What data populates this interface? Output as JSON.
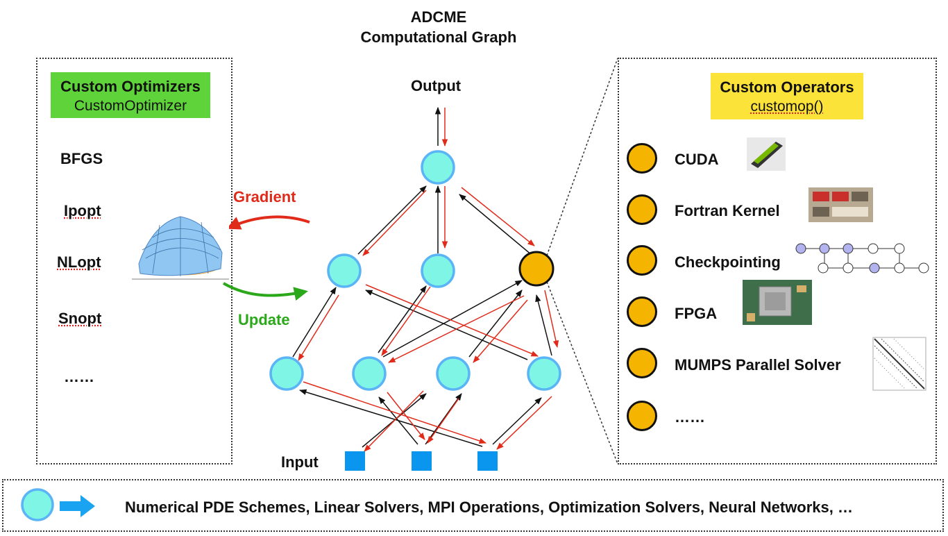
{
  "title": {
    "line1": "ADCME",
    "line2": "Computational Graph"
  },
  "graph": {
    "output_label": "Output",
    "input_label": "Input",
    "gradient_label": "Gradient",
    "update_label": "Update"
  },
  "optimizers": {
    "header": "Custom Optimizers",
    "subheader": "CustomOptimizer",
    "items": [
      "BFGS",
      "Ipopt",
      "NLopt",
      "Snopt",
      "……"
    ]
  },
  "operators": {
    "header": "Custom Operators",
    "subheader": "customop()",
    "items": [
      "CUDA",
      "Fortran Kernel",
      "Checkpointing",
      "FPGA",
      "MUMPS Parallel Solver",
      "……"
    ]
  },
  "legend": {
    "text": "Numerical PDE Schemes, Linear Solvers,  MPI Operations, Optimization Solvers, Neural Networks, …"
  },
  "colors": {
    "node_fill": "#7ff5e6",
    "node_stroke": "#5ab4f5",
    "custom_node_fill": "#f4b400",
    "input_fill": "#0a96ee",
    "optimizer_tag": "#5fd43a",
    "operator_tag": "#fbe33a",
    "gradient_arrow": "#e02a1a",
    "update_arrow": "#2aa81a"
  }
}
